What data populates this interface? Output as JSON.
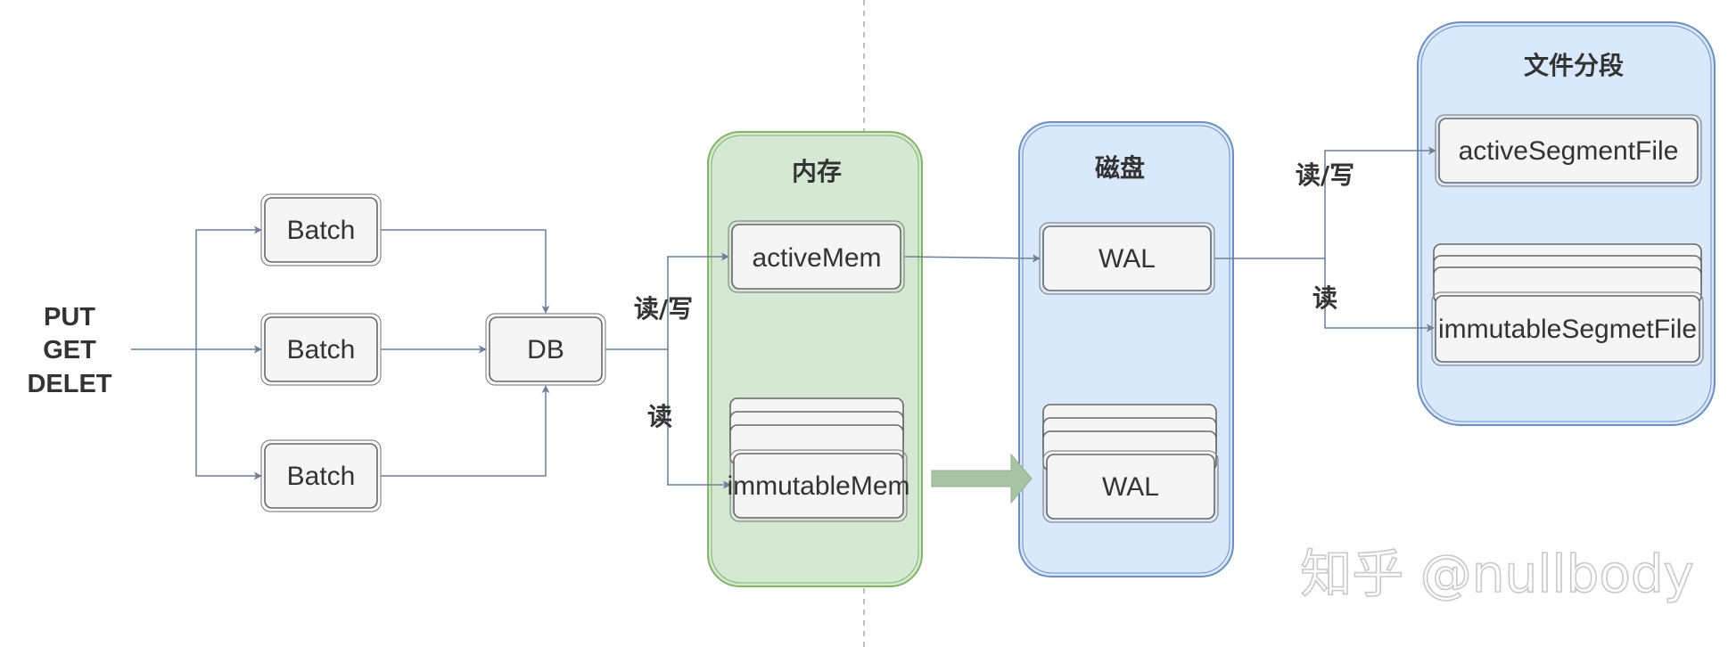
{
  "operations": [
    "PUT",
    "GET",
    "DELET"
  ],
  "batches": [
    "Batch",
    "Batch",
    "Batch"
  ],
  "db": "DB",
  "memory": {
    "title": "内存",
    "active": "activeMem",
    "immutable": "immutableMem"
  },
  "disk": {
    "title": "磁盘",
    "wal_active": "WAL",
    "wal_immutable": "WAL"
  },
  "segments": {
    "title": "文件分段",
    "active": "activeSegmentFile",
    "immutable": "immutableSegmetFile"
  },
  "edge_labels": {
    "db_read_write": "读/写",
    "db_read": "读",
    "wal_read_write": "读/写",
    "wal_read": "读"
  },
  "watermark": "知乎 @nullbody",
  "colors": {
    "memory_fill": "#d5e8d4",
    "memory_border": "#82b366",
    "disk_fill": "#dae8fc",
    "disk_border": "#6c8ebf",
    "arrow_fill": "#a9c4a5",
    "connector": "#6c7f98"
  }
}
